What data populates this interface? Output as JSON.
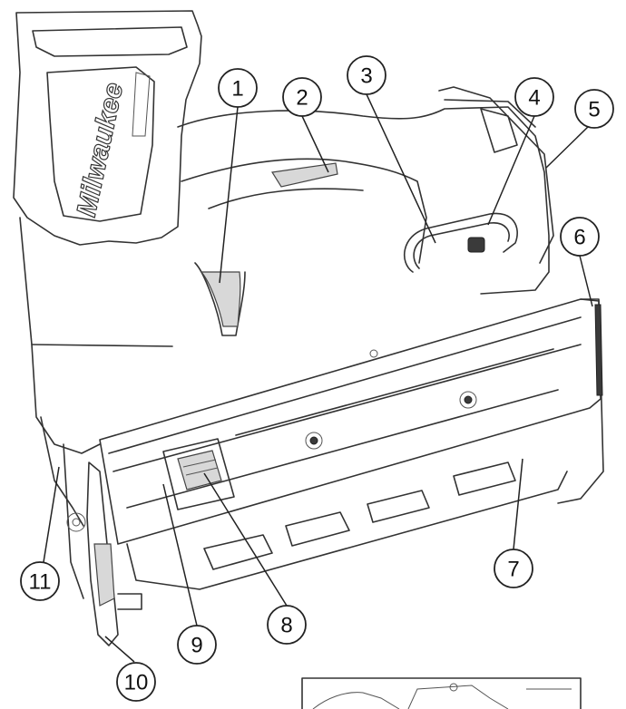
{
  "brand_text": "Milwaukee",
  "callouts": [
    {
      "number": "1"
    },
    {
      "number": "2"
    },
    {
      "number": "3"
    },
    {
      "number": "4"
    },
    {
      "number": "5"
    },
    {
      "number": "6"
    },
    {
      "number": "7"
    },
    {
      "number": "8"
    },
    {
      "number": "9"
    },
    {
      "number": "10"
    },
    {
      "number": "11"
    }
  ]
}
